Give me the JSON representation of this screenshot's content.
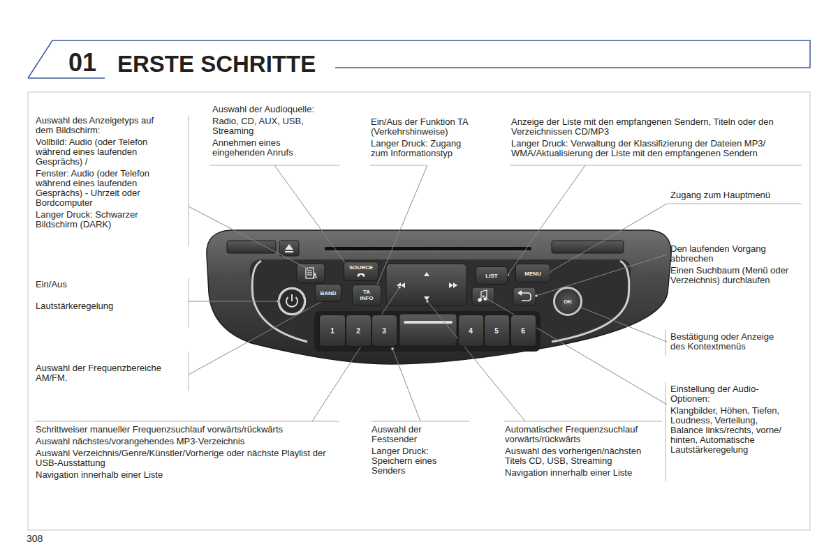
{
  "diagram": {
    "title": "ERSTE SCHRITTE",
    "nodes": [
      {
        "text": [
          "SOURCE"
        ]
      },
      {
        "text": [
          "LIST"
        ]
      },
      {
        "text": [
          "MENU"
        ]
      },
      {
        "text": [
          "BAND"
        ]
      },
      {
        "text": [
          "TA INFO"
        ]
      },
      {
        "text": [
          "OK"
        ]
      },
      {
        "text": [
          "1"
        ]
      },
      {
        "text": [
          "2"
        ]
      },
      {
        "text": [
          "3"
        ]
      },
      {
        "text": [
          "4"
        ]
      },
      {
        "text": [
          "5"
        ]
      },
      {
        "text": [
          "6"
        ]
      }
    ],
    "labels": [
      "01",
      "Auswahl des Anzeigetyps auf dem Bildschirm:",
      "Vollbild: Audio (oder Telefon während eines laufenden Gesprächs) /",
      "Fenster: Audio (oder Telefon während eines laufenden Gesprächs) - Uhrzeit oder Bordcomputer",
      "Langer Druck: Schwarzer Bildschirm (DARK)",
      "Auswahl der Audioquelle:",
      "Radio, CD, AUX, USB, Streaming",
      "Annehmen eines eingehenden Anrufs",
      "Ein/Aus der Funktion TA (Verkehrshinweise)",
      "Langer Druck: Zugang zum Informationstyp",
      "Anzeige der Liste mit den empfangenen Sendern, Titeln oder den Verzeichnissen CD/MP3",
      "Langer Druck: Verwaltung der Klassifizierung der Dateien MP3/ WMA/Aktualisierung der Liste mit den empfangenen Sendern",
      "Zugang zum Hauptmenü",
      "Den laufenden Vorgang abbrechen",
      "Einen Suchbaum (Menü oder Verzeichnis) durchlaufen",
      "Ein/Aus",
      "Lautstärkeregelung",
      "Bestätigung oder Anzeige des Kontextmenüs",
      "Auswahl der Frequenzbereiche AM/FM.",
      "Einstellung der Audio-Optionen:",
      "Klangbilder, Höhen, Tiefen, Loudness, Verteilung, Balance links/rechts, vorne/ hinten, Automatische Lautstärkeregelung",
      "Schrittweiser manueller Frequenzsuchlauf vorwärts/rückwärts",
      "Auswahl nächstes/vorangehendes MP3-Verzeichnis",
      "Auswahl Verzeichnis/Genre/Künstler/Vorherige oder nächste Playlist der USB-Ausstattung",
      "Navigation innerhalb einer Liste",
      "Auswahl der Festsender",
      "Langer Druck: Speichern eines Senders",
      "Automatischer Frequenzsuchlauf vorwärts/rückwärts",
      "Auswahl des vorherigen/nächsten Titels CD, USB, Streaming",
      "Navigation innerhalb einer Liste",
      "308"
    ]
  }
}
